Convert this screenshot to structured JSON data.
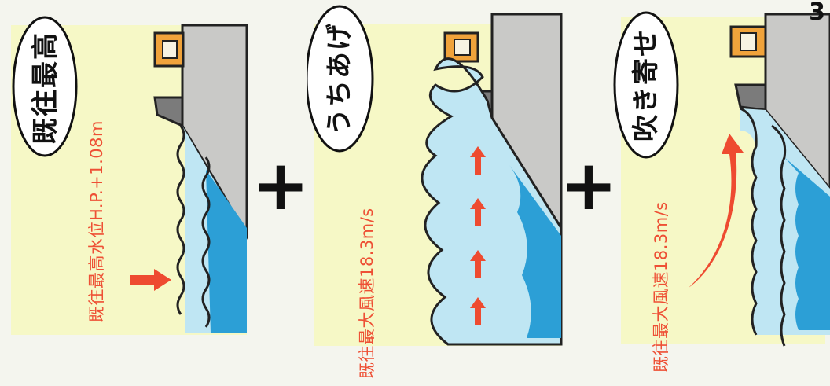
{
  "page_number": "3",
  "operator": "+",
  "panels": [
    {
      "title": "既往最高",
      "caption": "既往最高水位H.P.+1.08m"
    },
    {
      "title": "うちあげ",
      "caption": "既往最大風速18.3m/s"
    },
    {
      "title": "吹き寄せ",
      "caption": "既往最大風速18.3m/s"
    }
  ],
  "colors": {
    "background": "#f6f8c6",
    "ground": "#c9c9c7",
    "wall": "#7b7b7b",
    "wave_light": "#bfe6f3",
    "water_deep": "#2c9fd6",
    "arrow": "#ee4b30",
    "house_roof": "#f0a33b"
  }
}
